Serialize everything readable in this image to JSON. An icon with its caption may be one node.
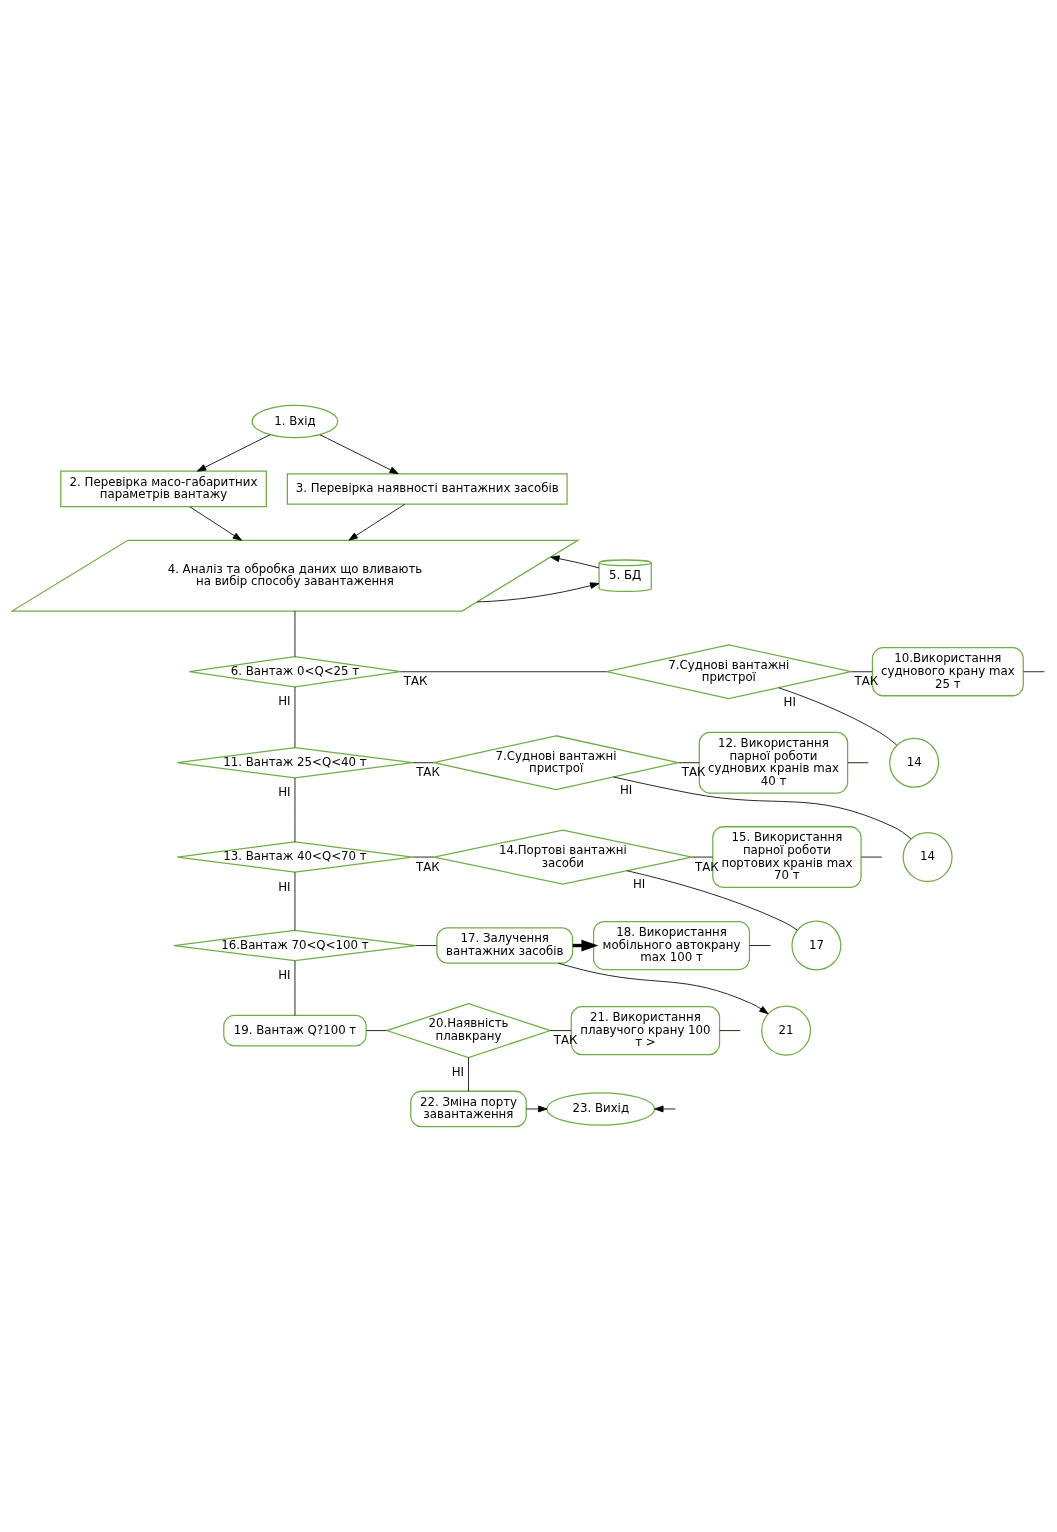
{
  "diagram": {
    "nodes": [
      {
        "text": [
          "1. Вхід"
        ]
      },
      {
        "text": [
          "2. Перевірка масо-габаритних параметрів вантажу"
        ]
      },
      {
        "text": [
          "3. Перевірка наявності вантажних засобів"
        ]
      },
      {
        "text": [
          "4. Аналіз та обробка даних що вливають на вибір способу завантаження"
        ]
      },
      {
        "text": [
          "5. БД"
        ]
      },
      {
        "text": [
          "6. Вантаж 0<Q<25 т"
        ]
      },
      {
        "text": [
          "7.Суднові вантажні пристрої"
        ]
      },
      {
        "text": [
          "10.Використання суднового крану max 25 т"
        ]
      },
      {
        "text": [
          "14"
        ]
      },
      {
        "text": [
          "11. Вантаж 25<Q<40 т"
        ]
      },
      {
        "text": [
          "7.Суднові вантажні пристрої"
        ]
      },
      {
        "text": [
          "12. Використання парної роботи суднових кранів max 40 т"
        ]
      },
      {
        "text": [
          "14"
        ]
      },
      {
        "text": [
          "13. Вантаж 40<Q<70 т"
        ]
      },
      {
        "text": [
          "14.Портові вантажні засоби"
        ]
      },
      {
        "text": [
          "15. Використання парної роботи портових кранів max 70 т"
        ]
      },
      {
        "text": [
          "17"
        ]
      },
      {
        "text": [
          "16.Вантаж 70<Q<100 т"
        ]
      },
      {
        "text": [
          "17. Залучення вантажних засобів"
        ]
      },
      {
        "text": [
          "18. Використання мобільного автокрану max 100 т"
        ]
      },
      {
        "text": [
          "21"
        ]
      },
      {
        "text": [
          "19. Вантаж Q?100 т"
        ]
      },
      {
        "text": [
          "20.Наявність плавкрану"
        ]
      },
      {
        "text": [
          "21. Використання плавучого крану 100 т >"
        ]
      },
      {
        "text": [
          "22. Зміна порту завантаження"
        ]
      },
      {
        "text": [
          "23. Вихід"
        ]
      }
    ],
    "edges": [
      {
        "from": 0,
        "to": 1,
        "arrow": "to"
      },
      {
        "from": 0,
        "to": 2,
        "arrow": "to"
      },
      {
        "from": 1,
        "to": 3,
        "arrow": "to"
      },
      {
        "from": 2,
        "to": 3,
        "arrow": "to"
      },
      {
        "from": 3,
        "to": 4,
        "arrow": "to"
      },
      {
        "from": 4,
        "to": 3,
        "arrow": "to"
      },
      {
        "from": 3,
        "to": 5,
        "arrow": "none"
      },
      {
        "from": 5,
        "to": 6,
        "arrow": "none",
        "label": "ТАК"
      },
      {
        "from": 6,
        "to": 7,
        "arrow": "none",
        "label": "ТАК"
      },
      {
        "from": 5,
        "to": 9,
        "arrow": "none",
        "label": "НІ"
      },
      {
        "from": 6,
        "to": 8,
        "arrow": "none",
        "label": "НІ"
      },
      {
        "from": 7,
        "to": null,
        "arrow": "none"
      },
      {
        "from": 9,
        "to": 10,
        "arrow": "none",
        "label": "ТАК"
      },
      {
        "from": 10,
        "to": 11,
        "arrow": "none",
        "label": "ТАК"
      },
      {
        "from": 9,
        "to": 13,
        "arrow": "none",
        "label": "НІ"
      },
      {
        "from": 10,
        "to": 12,
        "arrow": "none",
        "label": "НІ"
      },
      {
        "from": 11,
        "to": null,
        "arrow": "none"
      },
      {
        "from": 13,
        "to": 14,
        "arrow": "none",
        "label": "ТАК"
      },
      {
        "from": 14,
        "to": 15,
        "arrow": "none",
        "label": "ТАК"
      },
      {
        "from": 13,
        "to": 17,
        "arrow": "none",
        "label": "НІ"
      },
      {
        "from": 14,
        "to": 16,
        "arrow": "none",
        "label": "НІ"
      },
      {
        "from": 15,
        "to": null,
        "arrow": "none"
      },
      {
        "from": 17,
        "to": 18,
        "arrow": "none"
      },
      {
        "from": 18,
        "to": 19,
        "arrow": "to",
        "style": "thick"
      },
      {
        "from": 18,
        "to": 20,
        "arrow": "to"
      },
      {
        "from": 19,
        "to": null,
        "arrow": "none"
      },
      {
        "from": 17,
        "to": 21,
        "arrow": "none",
        "label": "НІ"
      },
      {
        "from": 21,
        "to": 22,
        "arrow": "none"
      },
      {
        "from": 22,
        "to": 23,
        "arrow": "none",
        "label": "ТАК"
      },
      {
        "from": 23,
        "to": null,
        "arrow": "none"
      },
      {
        "from": 22,
        "to": 24,
        "arrow": "none",
        "label": "НІ"
      },
      {
        "from": 24,
        "to": 25,
        "arrow": "to"
      },
      {
        "from": null,
        "to": 25,
        "arrow": "to"
      }
    ]
  }
}
